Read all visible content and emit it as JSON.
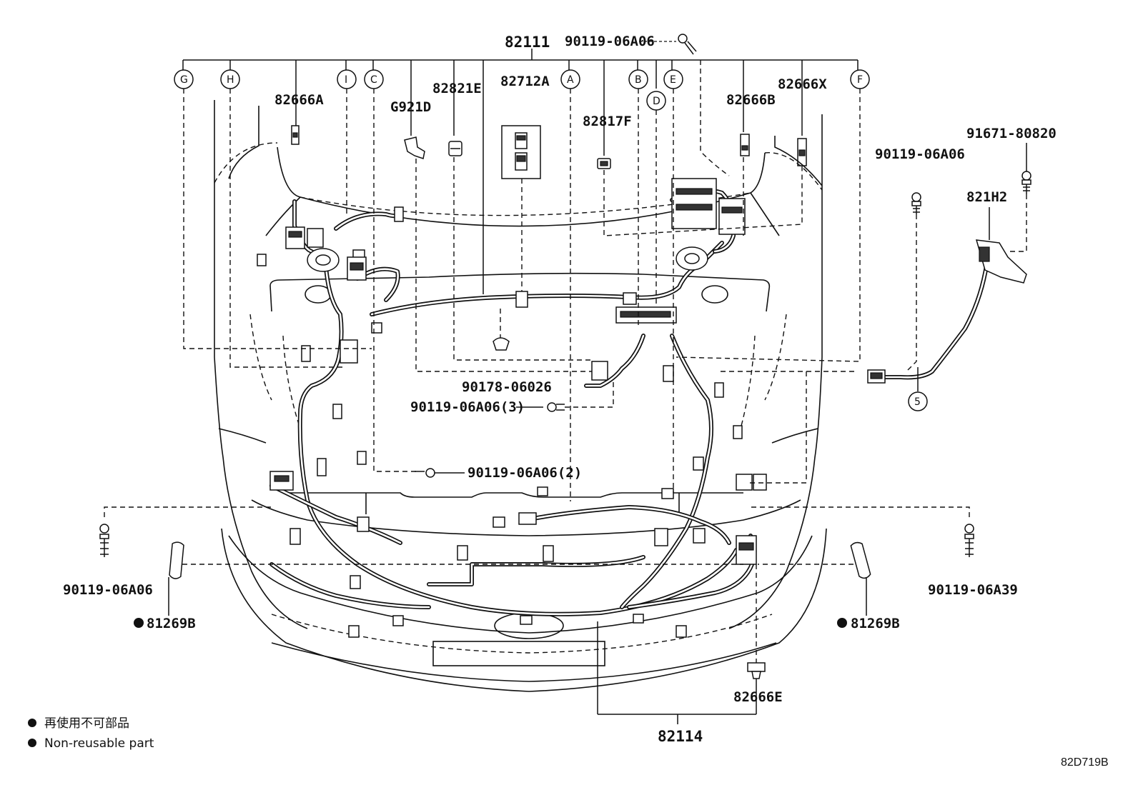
{
  "top_assembly": "82111",
  "callouts": [
    "G",
    "H",
    "I",
    "C",
    "A",
    "B",
    "D",
    "E",
    "F"
  ],
  "parts": {
    "p90119_top": "90119-06A06",
    "p82666A": "82666A",
    "pG921D": "G921D",
    "p82821E": "82821E",
    "p82712A": "82712A",
    "p82817F": "82817F",
    "p82666B": "82666B",
    "p82666X": "82666X",
    "p90119_right": "90119-06A06",
    "p91671": "91671-80820",
    "p821H2": "821H2",
    "p90178": "90178-06026",
    "p90119_3": "90119-06A06(3)",
    "p90119_2": "90119-06A06(2)",
    "p90119_left": "90119-06A06",
    "p90119_A39": "90119-06A39",
    "p81269B_left": "81269B",
    "p81269B_right": "81269B",
    "p82666E": "82666E",
    "p82114": "82114",
    "callout_5": "5"
  },
  "legend": {
    "line_jp": "再使用不可部品",
    "line_en": "Non-reusable part"
  },
  "diagram_code": "82D719B",
  "colors": {
    "ink": "#111111",
    "background": "#ffffff"
  }
}
